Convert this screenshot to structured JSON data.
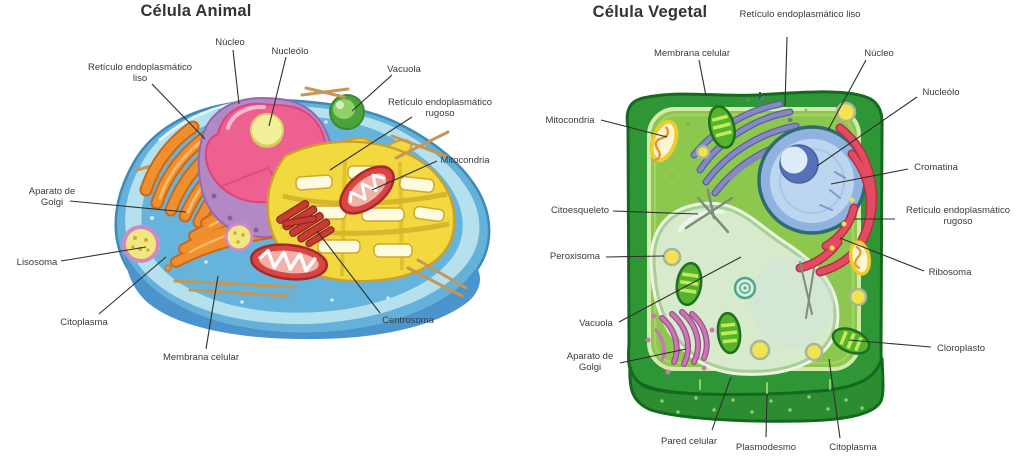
{
  "animal": {
    "title": "Célula Animal",
    "labels": {
      "nucleo": "Núcleo",
      "nucleolo": "Nucleólo",
      "re_liso": "Retículo endoplasmático liso",
      "vacuola": "Vacuola",
      "re_rugoso": "Retículo endoplasmático rugoso",
      "mitocondria": "Mitocondria",
      "golgi": "Aparato de Golgi",
      "lisosoma": "Lisosoma",
      "citoplasma": "Citoplasma",
      "membrana": "Membrana celular",
      "centrosoma": "Centrosoma"
    }
  },
  "vegetal": {
    "title": "Célula Vegetal",
    "labels": {
      "re_liso": "Retículo endoplasmático liso",
      "membrana": "Membrana celular",
      "nucleo": "Núcleo",
      "nucleolo": "Nucleólo",
      "mitocondria": "Mitocondria",
      "cromatina": "Cromatina",
      "citoesqueleto": "Citoesqueleto",
      "re_rugoso": "Retículo endoplasmático rugoso",
      "peroxisoma": "Peroxisoma",
      "ribosoma": "Ribosoma",
      "vacuola": "Vacuola",
      "golgi": "Aparato de Golgi",
      "cloroplasto": "Cloroplasto",
      "pared": "Pared celular",
      "plasmodesmo": "Plasmodesmo",
      "citoplasma": "Citoplasma"
    }
  },
  "colors": {
    "background": "#ffffff",
    "label_text": "#3a3a3a",
    "leader_line": "#2f2f2f",
    "animal_cell_blue": "#64b2da",
    "animal_cell_blue_light": "#b5e1ef",
    "animal_cell_blue_dark": "#4c94ce",
    "nucleus_pink": "#ee6090",
    "nucleus_envelope_purple": "#b289c4",
    "nucleolus_yellow": "#f3f09b",
    "er_rough_yellow": "#f3d940",
    "er_smooth_orange": "#ef8f2e",
    "mitochondria_red": "#d94444",
    "vacuole_green": "#4aa33c",
    "lysosome_yellow": "#f2e67e",
    "centrosome_red": "#c63b36",
    "fiber_tan": "#c49757",
    "plant_wall_green": "#2f9636",
    "plant_cytoplasm_green": "#8dc84e",
    "plant_vacuole_pale": "#d8eacc",
    "plant_nucleus_blue": "#8fb3de",
    "plant_er_smooth_purple": "#8488c4",
    "plant_er_rough_red": "#e44b60",
    "chloroplast_green": "#57b230",
    "peroxisome_yellow": "#f2e44f",
    "golgi_pink": "#c878b2"
  }
}
